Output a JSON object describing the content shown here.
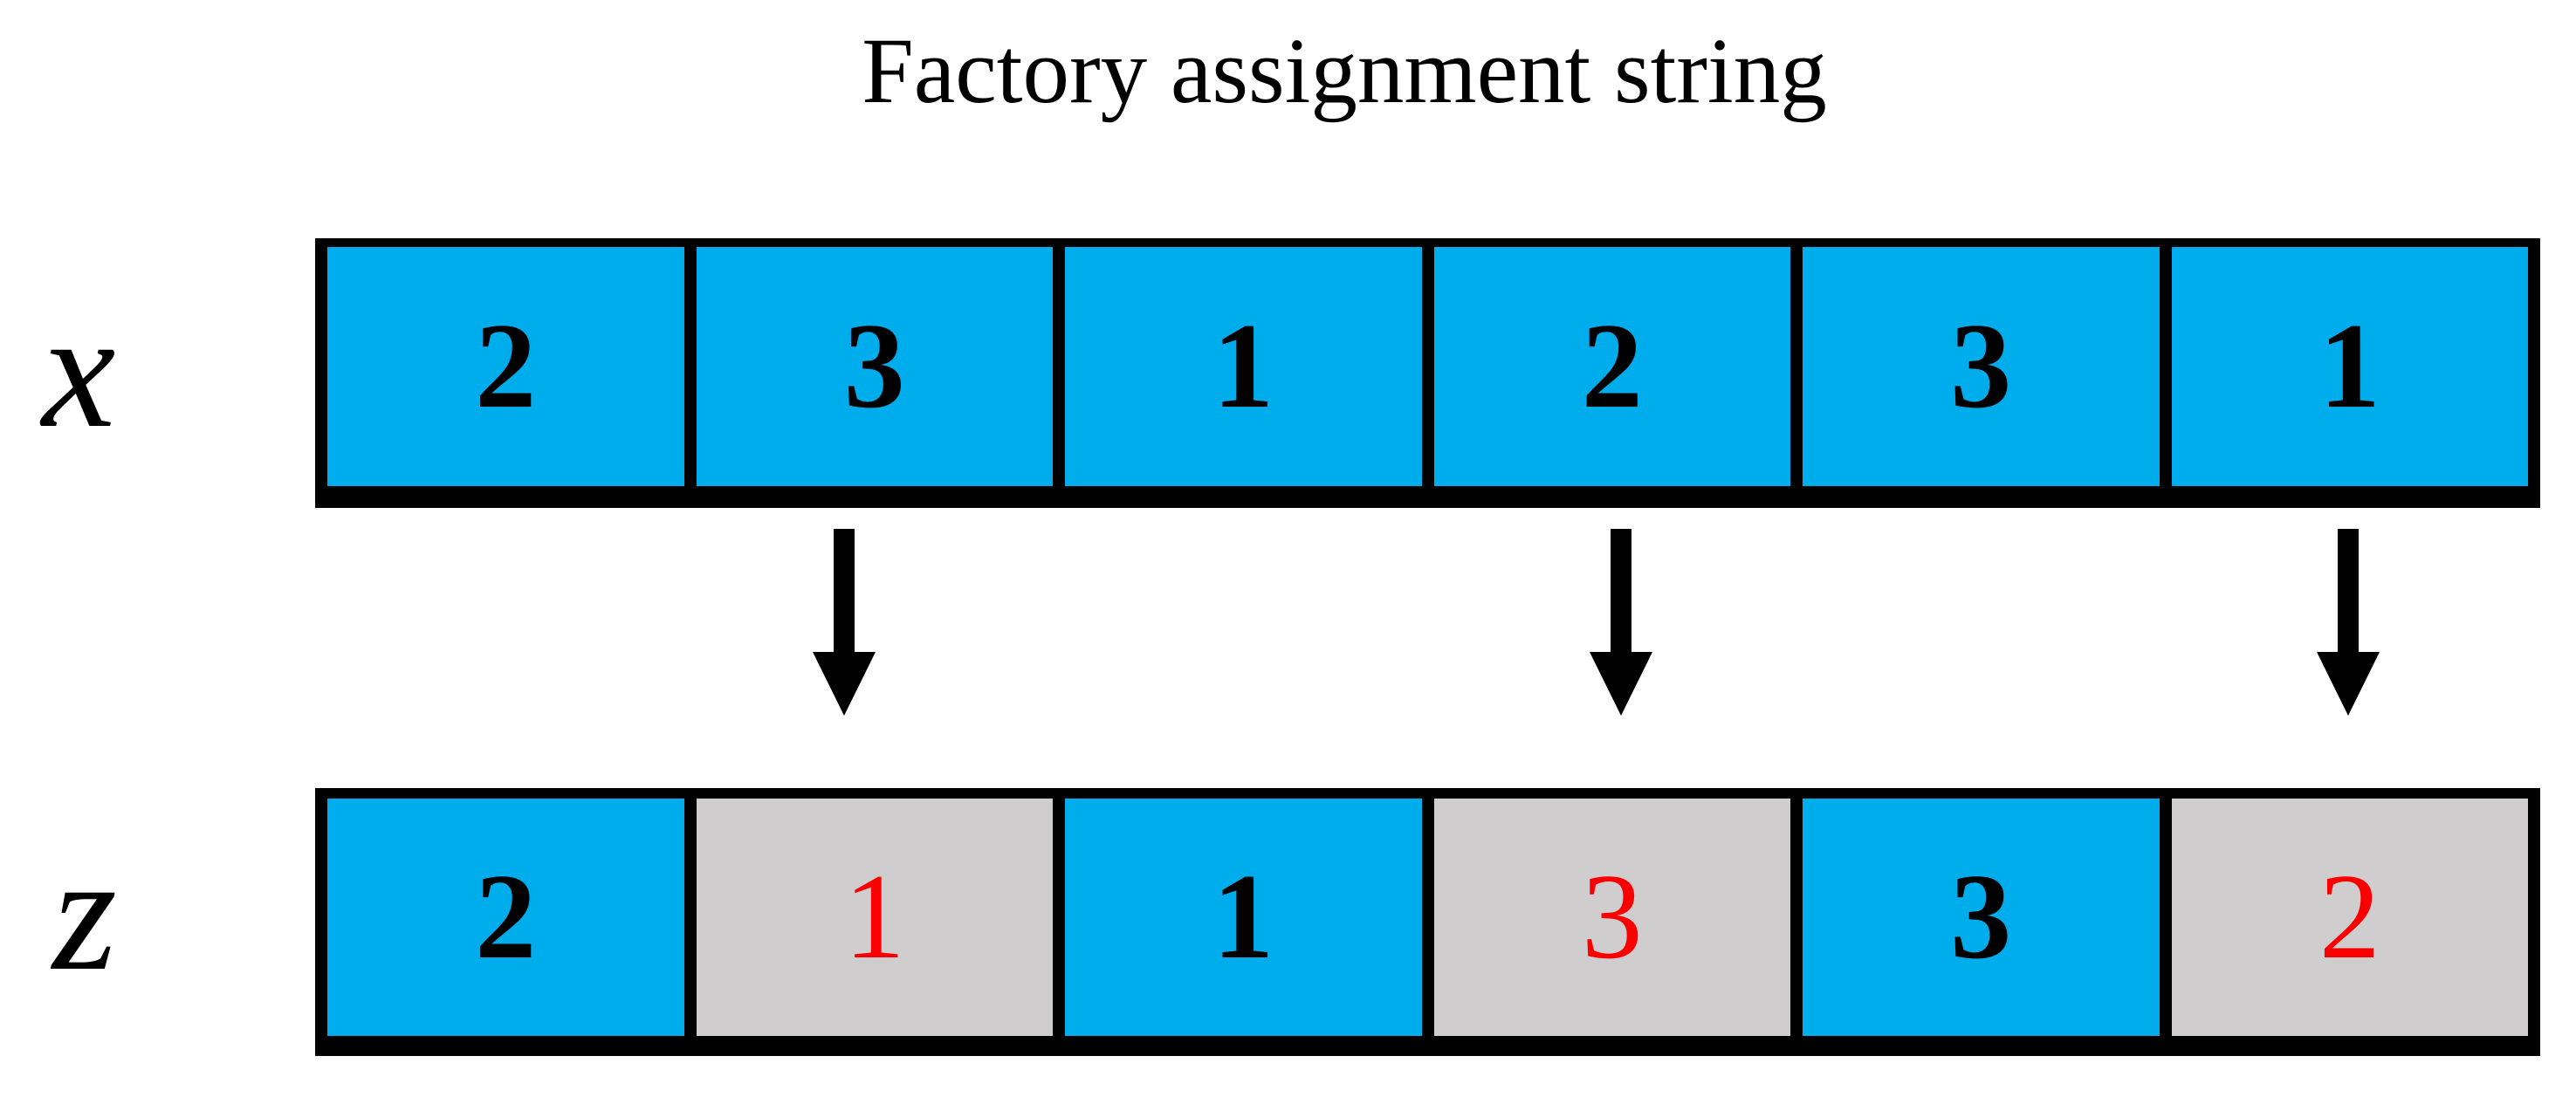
{
  "title": "Factory assignment string",
  "rows": [
    {
      "id": "x",
      "label": "x",
      "cells": [
        {
          "value": "2",
          "highlighted": false
        },
        {
          "value": "3",
          "highlighted": false
        },
        {
          "value": "1",
          "highlighted": false
        },
        {
          "value": "2",
          "highlighted": false
        },
        {
          "value": "3",
          "highlighted": false
        },
        {
          "value": "1",
          "highlighted": false
        }
      ]
    },
    {
      "id": "z",
      "label": "z",
      "cells": [
        {
          "value": "2",
          "highlighted": false
        },
        {
          "value": "1",
          "highlighted": true
        },
        {
          "value": "1",
          "highlighted": false
        },
        {
          "value": "3",
          "highlighted": true
        },
        {
          "value": "3",
          "highlighted": false
        },
        {
          "value": "2",
          "highlighted": true
        }
      ]
    }
  ],
  "arrows": {
    "count": 3,
    "direction": "down",
    "under_cells": [
      2,
      4,
      6
    ]
  },
  "colors": {
    "blue": "#00ADEC",
    "gray": "#CFCDCD",
    "red": "#FB0000",
    "ink": "#000000",
    "bg": "#FFFFFF"
  }
}
